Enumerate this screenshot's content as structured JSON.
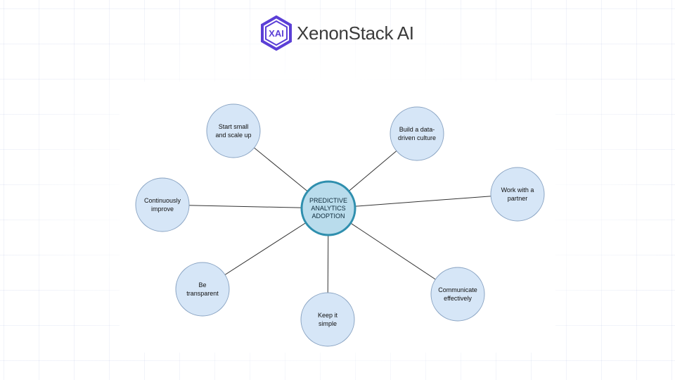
{
  "brand": {
    "logo_text": "XAI",
    "name": "XenonStack AI",
    "colors": {
      "logo": "#5b3fd6",
      "text": "#3b3b3b"
    }
  },
  "diagram": {
    "center": {
      "label": "PREDICTIVE\nANALYTICS\nADOPTION",
      "fill": "#b9dcec",
      "stroke": "#2f8fae"
    },
    "nodes": [
      {
        "id": "start-small",
        "label": "Start small\nand scale up"
      },
      {
        "id": "build-culture",
        "label": "Build a data-\ndriven culture"
      },
      {
        "id": "work-partner",
        "label": "Work with a\npartner"
      },
      {
        "id": "continuously-improve",
        "label": "Continuously\nimprove"
      },
      {
        "id": "be-transparent",
        "label": "Be\ntransparent"
      },
      {
        "id": "keep-simple",
        "label": "Keep it\nsimple"
      },
      {
        "id": "communicate",
        "label": "Communicate\neffectively"
      }
    ],
    "node_fill": "#d6e6f7",
    "node_stroke": "#8aa4c3",
    "edge_color": "#333333"
  }
}
